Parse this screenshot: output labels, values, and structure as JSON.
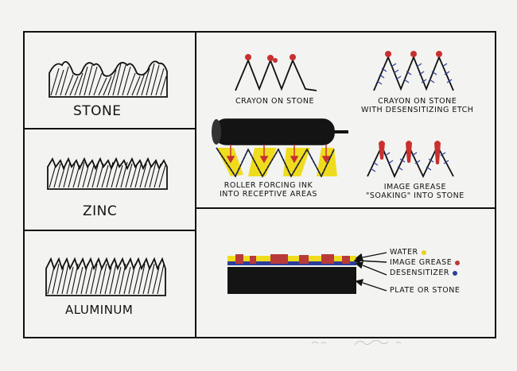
{
  "surfaces": {
    "stone_label": "STONE",
    "zinc_label": "ZINC",
    "aluminum_label": "ALUMINUM"
  },
  "process": {
    "crayon_on_stone": "CRAYON ON STONE",
    "crayon_etch_line1": "CRAYON ON STONE",
    "crayon_etch_line2": "WITH DESENSITIZING ETCH",
    "roller_line1": "ROLLER FORCING INK",
    "roller_line2": "INTO RECEPTIVE AREAS",
    "grease_line1": "IMAGE GREASE",
    "grease_line2": "\"SOAKING\" INTO STONE"
  },
  "legend": {
    "items": [
      {
        "label": "WATER",
        "color": "#e8d21a"
      },
      {
        "label": "IMAGE GREASE",
        "color": "#b83a3a"
      },
      {
        "label": "DESENSITIZER",
        "color": "#2c3e9a"
      },
      {
        "label": "PLATE OR STONE",
        "color": ""
      }
    ]
  },
  "colors": {
    "ink": "#111111",
    "crayon_red": "#c8302f",
    "water_yellow": "#f0dc1e",
    "desensitizer_blue": "#2c3e9a",
    "paper": "#f3f3f1"
  }
}
